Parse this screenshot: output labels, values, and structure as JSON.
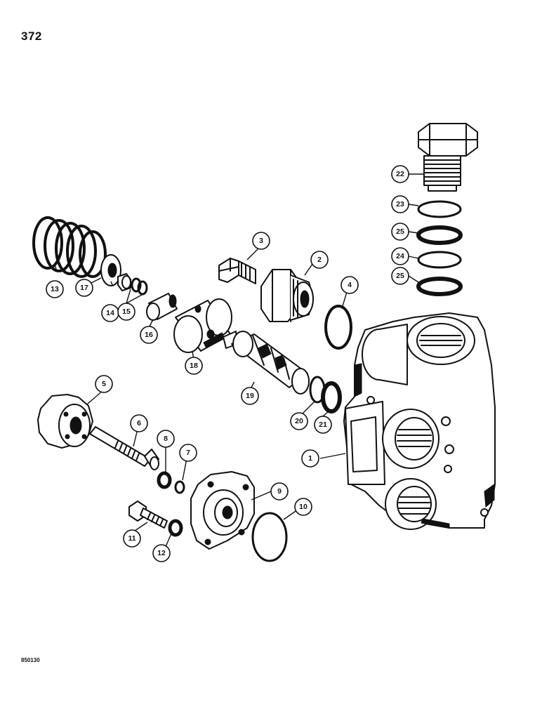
{
  "page": {
    "number": "372",
    "figure_code": "850130"
  },
  "callouts": [
    {
      "id": "1",
      "label": "1"
    },
    {
      "id": "2",
      "label": "2"
    },
    {
      "id": "3",
      "label": "3"
    },
    {
      "id": "4",
      "label": "4"
    },
    {
      "id": "5",
      "label": "5"
    },
    {
      "id": "6",
      "label": "6"
    },
    {
      "id": "7",
      "label": "7"
    },
    {
      "id": "8",
      "label": "8"
    },
    {
      "id": "9",
      "label": "9"
    },
    {
      "id": "10",
      "label": "10"
    },
    {
      "id": "11",
      "label": "11"
    },
    {
      "id": "12",
      "label": "12"
    },
    {
      "id": "13",
      "label": "13"
    },
    {
      "id": "14",
      "label": "14"
    },
    {
      "id": "15",
      "label": "15"
    },
    {
      "id": "16",
      "label": "16"
    },
    {
      "id": "17",
      "label": "17"
    },
    {
      "id": "18",
      "label": "18"
    },
    {
      "id": "19",
      "label": "19"
    },
    {
      "id": "20",
      "label": "20"
    },
    {
      "id": "21",
      "label": "21"
    },
    {
      "id": "22",
      "label": "22"
    },
    {
      "id": "23",
      "label": "23"
    },
    {
      "id": "24",
      "label": "24"
    },
    {
      "id": "25a",
      "label": "25"
    },
    {
      "id": "25b",
      "label": "25"
    }
  ]
}
